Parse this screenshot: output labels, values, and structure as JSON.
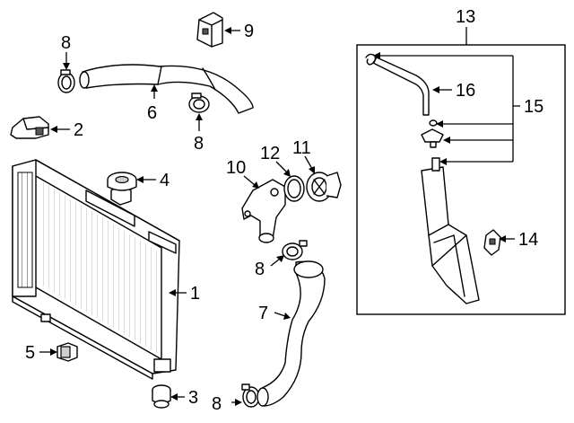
{
  "callouts": {
    "c1": "1",
    "c2": "2",
    "c3": "3",
    "c4": "4",
    "c5": "5",
    "c6": "6",
    "c7": "7",
    "c8a": "8",
    "c8b": "8",
    "c8c": "8",
    "c8d": "8",
    "c9": "9",
    "c10": "10",
    "c11": "11",
    "c12": "12",
    "c13": "13",
    "c14": "14",
    "c15": "15",
    "c16": "16"
  }
}
